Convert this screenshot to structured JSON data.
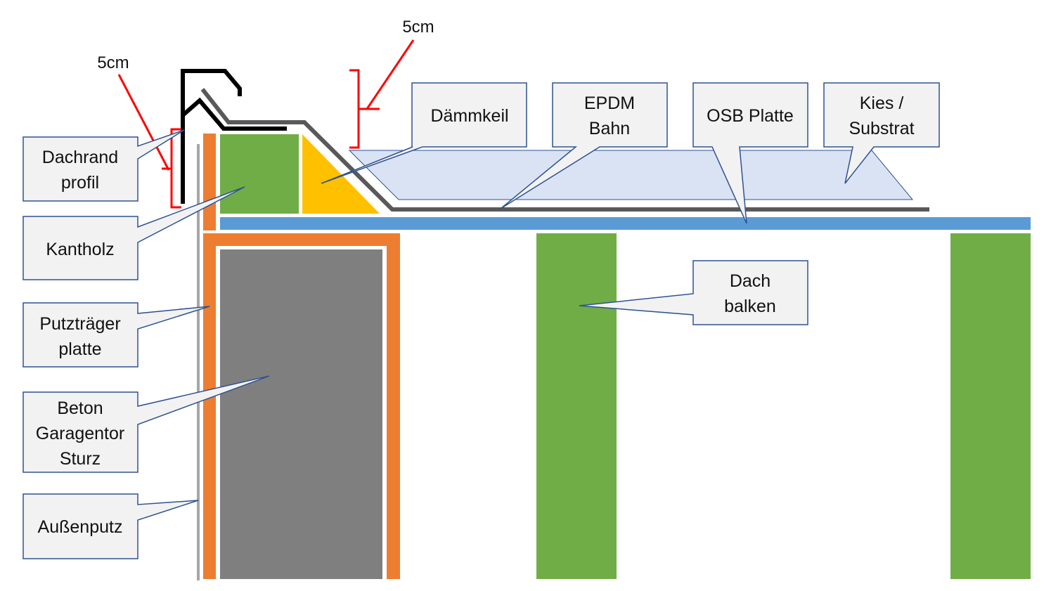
{
  "colors": {
    "plaster_board": "#ed7d31",
    "timber": "#70ad47",
    "wedge": "#ffc000",
    "gravel": "#dae3f3",
    "osb": "#5b9bd5",
    "concrete": "#7f7f7f",
    "render": "#a6a6a6",
    "membrane": "#595959",
    "profile": "#000000",
    "dimension": "#ff0000",
    "callout_fill": "#f2f2f2",
    "callout_border": "#2f528f"
  },
  "dimensions": {
    "left_label": "5cm",
    "top_label": "5cm"
  },
  "labels": {
    "dachrand": [
      "Dachrand",
      "profil"
    ],
    "kantholz": [
      "Kantholz"
    ],
    "putztraeger": [
      "Putzträger",
      "platte"
    ],
    "beton": [
      "Beton",
      "Garagentor",
      "Sturz"
    ],
    "aussenputz": [
      "Außenputz"
    ],
    "daemmkeil": [
      "Dämmkeil"
    ],
    "epdm": [
      "EPDM",
      "Bahn"
    ],
    "osb": [
      "OSB Platte"
    ],
    "kies": [
      "Kies /",
      "Substrat"
    ],
    "dachbalken": [
      "Dach",
      "balken"
    ]
  }
}
